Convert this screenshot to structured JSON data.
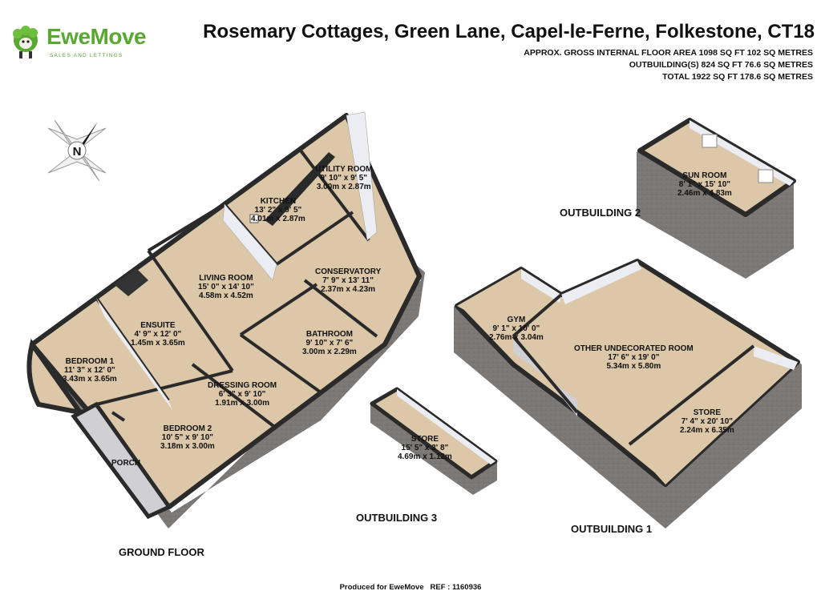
{
  "brand": {
    "name": "EweMove",
    "tagline": "SALES AND LETTINGS",
    "green": "#5aa832"
  },
  "header": {
    "title": "Rosemary Cottages, Green Lane, Capel-le-Ferne, Folkestone, CT18",
    "area_lines": [
      "APPROX. GROSS INTERNAL FLOOR AREA 1098 SQ FT 102 SQ METRES",
      "OUTBUILDING(S) 824 SQ FT 76.6 SQ METRES",
      "TOTAL 1922 SQ FT 178.6 SQ METRES"
    ]
  },
  "compass": {
    "label": "N",
    "icon": "compass-icon"
  },
  "rooms": [
    {
      "id": "utility-room",
      "name": "UTILITY ROOM",
      "imperial": "9' 10\" x 9' 5\"",
      "metric": "3.00m x 2.87m"
    },
    {
      "id": "kitchen",
      "name": "KITCHEN",
      "imperial": "13' 2\" x 9' 5\"",
      "metric": "4.01m x 2.87m"
    },
    {
      "id": "living-room",
      "name": "LIVING ROOM",
      "imperial": "15' 0\" x 14' 10\"",
      "metric": "4.58m x 4.52m"
    },
    {
      "id": "conservatory",
      "name": "CONSERVATORY",
      "imperial": "7' 9\" x 13' 11\"",
      "metric": "2.37m x 4.23m"
    },
    {
      "id": "ensuite",
      "name": "ENSUITE",
      "imperial": "4' 9\" x 12' 0\"",
      "metric": "1.45m x 3.65m"
    },
    {
      "id": "bathroom",
      "name": "BATHROOM",
      "imperial": "9' 10\" x 7' 6\"",
      "metric": "3.00m x 2.29m"
    },
    {
      "id": "bedroom-1",
      "name": "BEDROOM 1",
      "imperial": "11' 3\" x 12' 0\"",
      "metric": "3.43m x 3.65m"
    },
    {
      "id": "dressing-room",
      "name": "DRESSING ROOM",
      "imperial": "6' 3\" x 9' 10\"",
      "metric": "1.91m x 3.00m"
    },
    {
      "id": "bedroom-2",
      "name": "BEDROOM 2",
      "imperial": "10' 5\" x 9' 10\"",
      "metric": "3.18m x 3.00m"
    },
    {
      "id": "porch",
      "name": "PORCH",
      "imperial": "",
      "metric": ""
    },
    {
      "id": "sun-room",
      "name": "SUN ROOM",
      "imperial": "8' 1\" x 15' 10\"",
      "metric": "2.46m x 4.83m"
    },
    {
      "id": "gym",
      "name": "GYM",
      "imperial": "9' 1\" x 10' 0\"",
      "metric": "2.76m x 3.04m"
    },
    {
      "id": "other-undecorated-room",
      "name": "OTHER UNDECORATED ROOM",
      "imperial": "17' 6\" x 19' 0\"",
      "metric": "5.34m x 5.80m"
    },
    {
      "id": "store-ob1",
      "name": "STORE",
      "imperial": "7' 4\" x 20' 10\"",
      "metric": "2.24m x 6.35m"
    },
    {
      "id": "store-ob3",
      "name": "STORE",
      "imperial": "15' 5\" x 3' 8\"",
      "metric": "4.69m x 1.12m"
    }
  ],
  "sections": {
    "ground_floor": "GROUND FLOOR",
    "outbuilding_1": "OUTBUILDING 1",
    "outbuilding_2": "OUTBUILDING 2",
    "outbuilding_3": "OUTBUILDING 3"
  },
  "colors": {
    "floor": "#dcc8a8",
    "wall_top": "#2a2a2a",
    "wall_inner": "#ecedf2",
    "wall_outer": "#7d7a78"
  },
  "footer": {
    "text": "Produced for EweMove   REF : 1160936"
  }
}
